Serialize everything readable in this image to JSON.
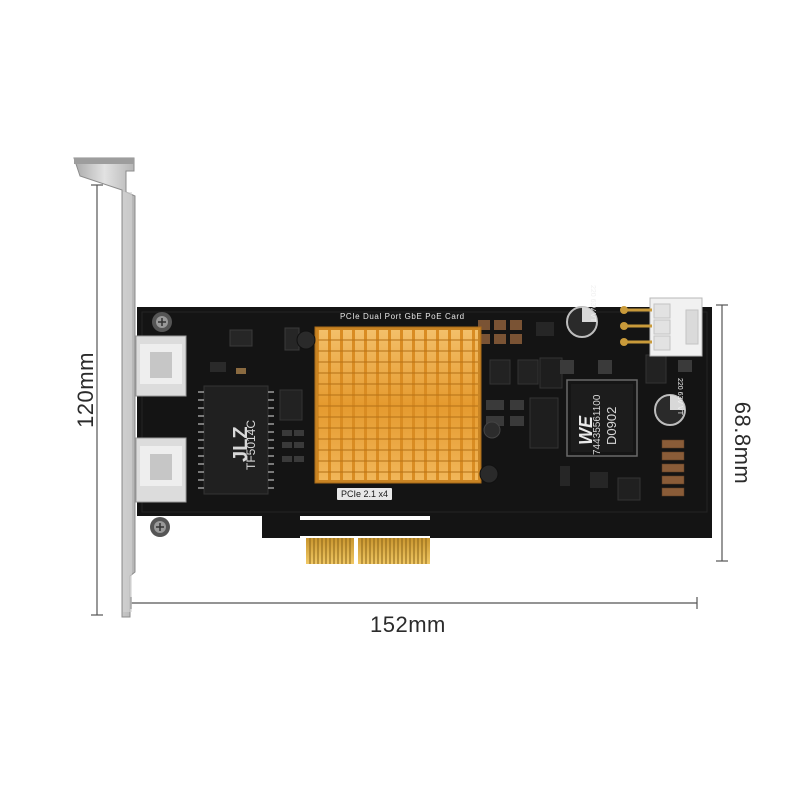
{
  "dimensions": {
    "width_label": "152mm",
    "bracket_height_label": "120mm",
    "board_height_label": "68.8mm"
  },
  "board": {
    "silkscreen_title": "PCIe Dual Port GbE PoE Card",
    "pcie_label": "PCIe 2.1 x4",
    "nic_chip_logo": "JLZ",
    "nic_chip_part": "TF5014C",
    "transformer_logo": "WE",
    "transformer_part": "74435561100",
    "transformer_code": "D0902",
    "capacitor_label": "220 63V VT"
  },
  "colors": {
    "pcb": "#141414",
    "heatsink": "#e7a23c",
    "bracket": "#c8c8c8",
    "gold_contacts": "#d6a640",
    "dimension_line": "#555555"
  }
}
